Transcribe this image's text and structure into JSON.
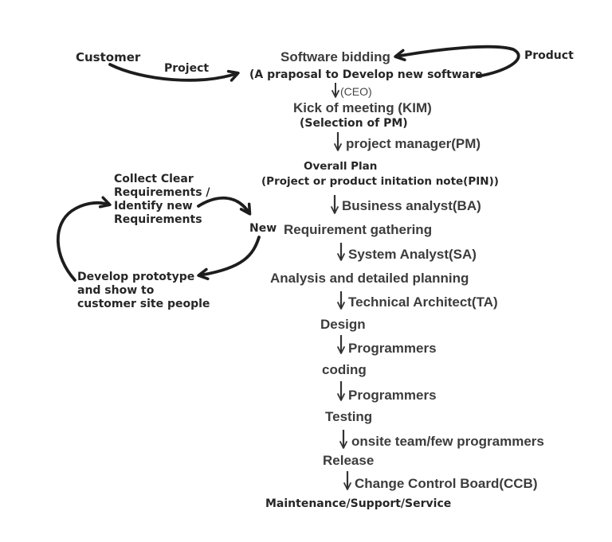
{
  "colors": {
    "background": "#ffffff",
    "hand_ink": "#1d1d1d",
    "caption_text": "#262626",
    "stage_text": "#3c3c3c"
  },
  "inputs": {
    "customer": {
      "label": "Customer",
      "arrow_label": "Project"
    },
    "product": {
      "label": "Product"
    }
  },
  "bidding": {
    "title": "Software bidding",
    "subtitle": "(A praposal to Develop new software"
  },
  "flow": [
    {
      "actor": "(CEO)",
      "stage": "Kick of meeting (KIM)",
      "sub": "(Selection of PM)"
    },
    {
      "actor": "project manager(PM)",
      "stage": "Overall Plan",
      "sub": "(Project or product initation note(PIN))"
    },
    {
      "actor": "Business analyst(BA)",
      "prefix": "New",
      "stage": "Requirement gathering"
    },
    {
      "actor": "System Analyst(SA)",
      "stage": "Analysis and detailed planning"
    },
    {
      "actor": "Technical Architect(TA)",
      "stage": "Design"
    },
    {
      "actor": "Programmers",
      "stage": "coding"
    },
    {
      "actor": "Programmers",
      "stage": "Testing"
    },
    {
      "actor": "onsite team/few programmers",
      "stage": "Release"
    },
    {
      "actor": "Change Control Board(CCB)",
      "stage": "Maintenance/Support/Service"
    }
  ],
  "prototype_loop": {
    "collect": "Collect Clear\nRequirements /\nIdentify new\nRequirements",
    "develop": "Develop prototype\nand show to\ncustomer site people"
  }
}
